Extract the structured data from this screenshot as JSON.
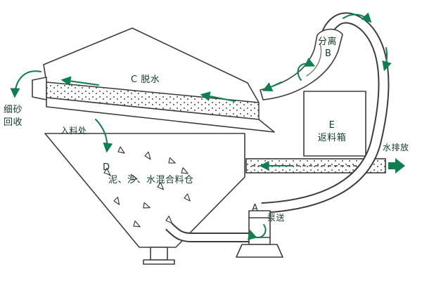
{
  "diagram": {
    "title": "sand-washing-fine-sand-recovery-process",
    "labels": {
      "separation": "分离",
      "separation_id": "B",
      "dewatering": "C 脱水",
      "fine_sand_recovery_line1": "细砂",
      "fine_sand_recovery_line2": "回收",
      "feed_inlet": "入料处",
      "bin_id": "D",
      "bin_name": "泥、沙、水混合料仓",
      "return_box_id": "E",
      "return_box": "返料箱",
      "water_discharge": "水排放",
      "pump_id": "A",
      "pump_label": "泵送"
    },
    "colors": {
      "line": "#3d3d3d",
      "arrow": "#0e8050",
      "label": "#123c26",
      "background": "#ffffff"
    }
  }
}
